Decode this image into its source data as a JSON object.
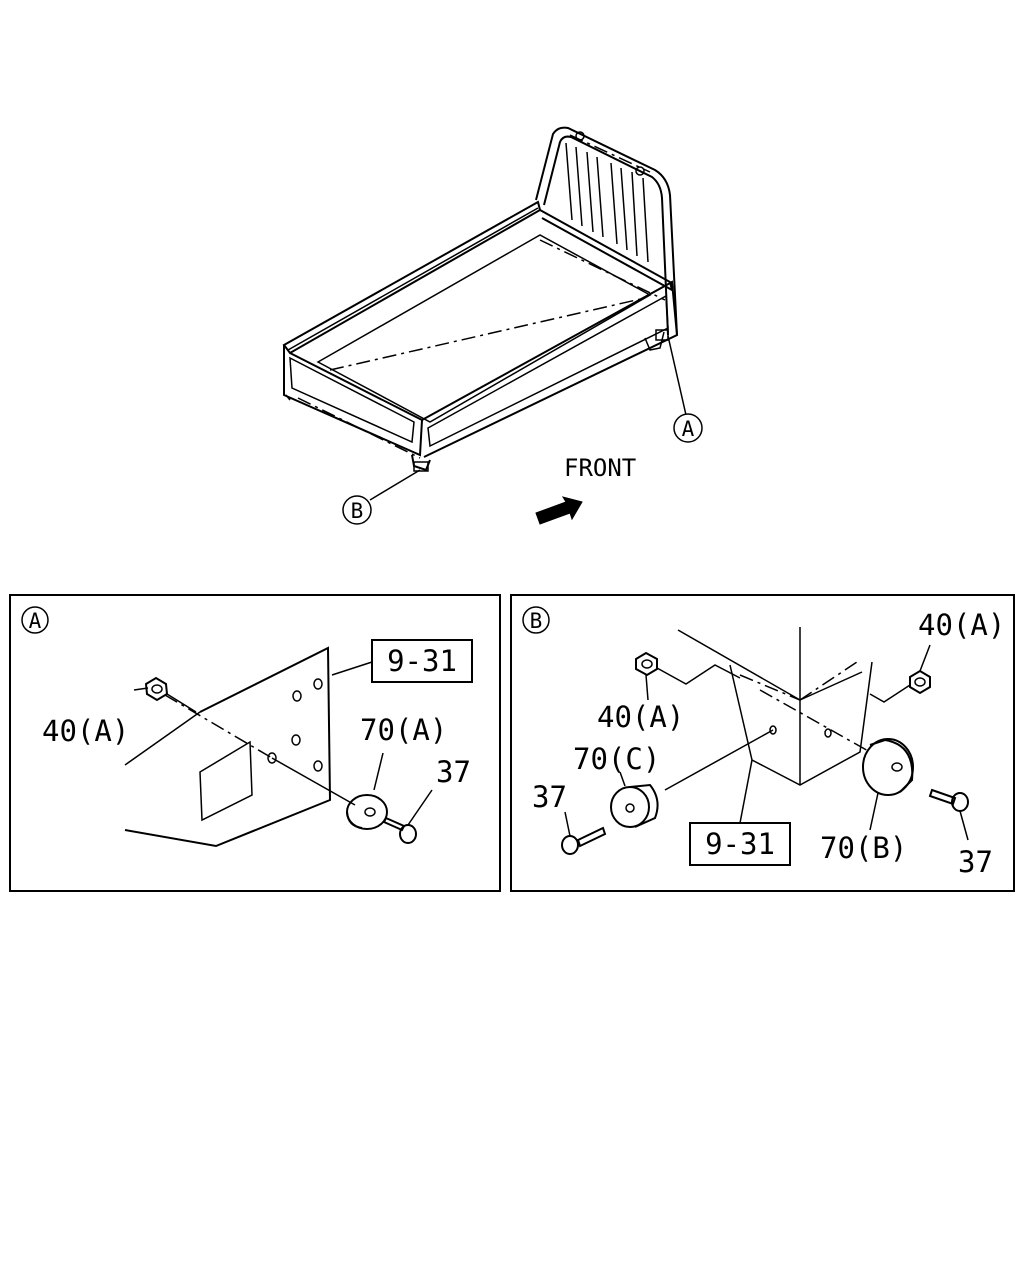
{
  "overview": {
    "callout_a": "A",
    "callout_b": "B",
    "front_label": "FRONT"
  },
  "detail_a": {
    "badge": "A",
    "part_ref": "9-31",
    "labels": {
      "nut": "40(A)",
      "mount": "70(A)",
      "bolt": "37"
    }
  },
  "detail_b": {
    "badge": "B",
    "part_ref": "9-31",
    "labels": {
      "nut_left": "40(A)",
      "nut_right": "40(A)",
      "mount_c": "70(C)",
      "mount_b": "70(B)",
      "bolt_left": "37",
      "bolt_right": "37"
    }
  }
}
